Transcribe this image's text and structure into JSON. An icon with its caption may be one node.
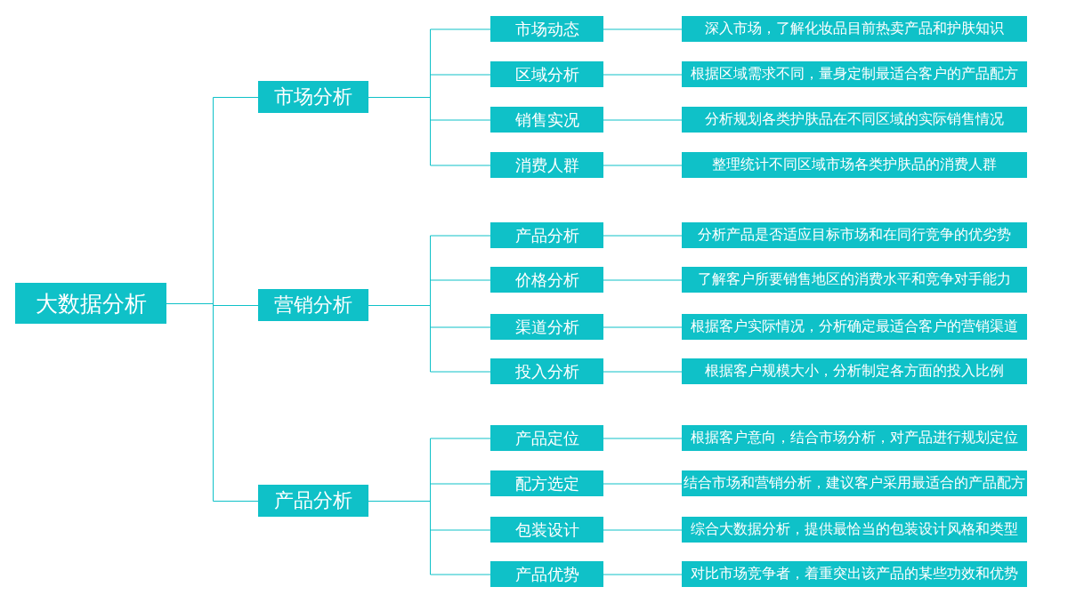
{
  "diagram": {
    "nodes": [
      {
        "text": [
          "大数据分析"
        ]
      },
      {
        "text": [
          "市场分析"
        ]
      },
      {
        "text": [
          "市场动态"
        ]
      },
      {
        "text": [
          "深入市场，了解化妆品目前热卖产品和护肤知识"
        ]
      },
      {
        "text": [
          "区域分析"
        ]
      },
      {
        "text": [
          "根据区域需求不同，量身定制最适合客户的产品配方"
        ]
      },
      {
        "text": [
          "销售实况"
        ]
      },
      {
        "text": [
          "分析规划各类护肤品在不同区域的实际销售情况"
        ]
      },
      {
        "text": [
          "消费人群"
        ]
      },
      {
        "text": [
          "整理统计不同区域市场各类护肤品的消费人群"
        ]
      },
      {
        "text": [
          "营销分析"
        ]
      },
      {
        "text": [
          "产品分析"
        ]
      },
      {
        "text": [
          "分析产品是否适应目标市场和在同行竞争的优劣势"
        ]
      },
      {
        "text": [
          "价格分析"
        ]
      },
      {
        "text": [
          "了解客户所要销售地区的消费水平和竞争对手能力"
        ]
      },
      {
        "text": [
          "渠道分析"
        ]
      },
      {
        "text": [
          "根据客户实际情况，分析确定最适合客户的营销渠道"
        ]
      },
      {
        "text": [
          "投入分析"
        ]
      },
      {
        "text": [
          "根据客户规模大小，分析制定各方面的投入比例"
        ]
      },
      {
        "text": [
          "产品分析"
        ]
      },
      {
        "text": [
          "产品定位"
        ]
      },
      {
        "text": [
          "根据客户意向，结合市场分析，对产品进行规划定位"
        ]
      },
      {
        "text": [
          "配方选定"
        ]
      },
      {
        "text": [
          "结合市场和营销分析，建议客户采用最适合的产品配方"
        ]
      },
      {
        "text": [
          "包装设计"
        ]
      },
      {
        "text": [
          "综合大数据分析，提供最恰当的包装设计风格和类型"
        ]
      },
      {
        "text": [
          "产品优势"
        ]
      },
      {
        "text": [
          "对比市场竞争者，着重突出该产品的某些功效和优势"
        ]
      }
    ],
    "edges": [
      {
        "from": 0,
        "to": 1,
        "arrow": "none"
      },
      {
        "from": 0,
        "to": 10,
        "arrow": "none"
      },
      {
        "from": 0,
        "to": 19,
        "arrow": "none"
      },
      {
        "from": 1,
        "to": 2,
        "arrow": "none"
      },
      {
        "from": 1,
        "to": 4,
        "arrow": "none"
      },
      {
        "from": 1,
        "to": 6,
        "arrow": "none"
      },
      {
        "from": 1,
        "to": 8,
        "arrow": "none"
      },
      {
        "from": 2,
        "to": 3,
        "arrow": "none"
      },
      {
        "from": 4,
        "to": 5,
        "arrow": "none"
      },
      {
        "from": 6,
        "to": 7,
        "arrow": "none"
      },
      {
        "from": 8,
        "to": 9,
        "arrow": "none"
      },
      {
        "from": 10,
        "to": 11,
        "arrow": "none"
      },
      {
        "from": 10,
        "to": 13,
        "arrow": "none"
      },
      {
        "from": 10,
        "to": 15,
        "arrow": "none"
      },
      {
        "from": 10,
        "to": 17,
        "arrow": "none"
      },
      {
        "from": 11,
        "to": 12,
        "arrow": "none"
      },
      {
        "from": 13,
        "to": 14,
        "arrow": "none"
      },
      {
        "from": 15,
        "to": 16,
        "arrow": "none"
      },
      {
        "from": 17,
        "to": 18,
        "arrow": "none"
      },
      {
        "from": 19,
        "to": 20,
        "arrow": "none"
      },
      {
        "from": 19,
        "to": 22,
        "arrow": "none"
      },
      {
        "from": 19,
        "to": 24,
        "arrow": "none"
      },
      {
        "from": 19,
        "to": 26,
        "arrow": "none"
      },
      {
        "from": 20,
        "to": 21,
        "arrow": "none"
      },
      {
        "from": 22,
        "to": 23,
        "arrow": "none"
      },
      {
        "from": 24,
        "to": 25,
        "arrow": "none"
      },
      {
        "from": 26,
        "to": 27,
        "arrow": "none"
      }
    ]
  }
}
